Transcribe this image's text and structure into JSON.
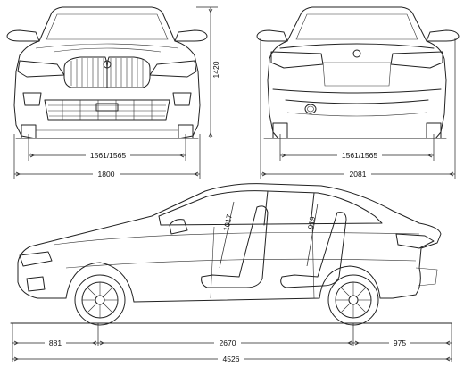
{
  "dimensions": {
    "front_track": "1561/1565",
    "rear_track": "1561/1565",
    "width": "1800",
    "width_mirrors": "2081",
    "height": "1420",
    "headroom_front": "1017",
    "headroom_rear": "919",
    "front_overhang": "881",
    "wheelbase": "2670",
    "rear_overhang": "975",
    "length": "4526"
  }
}
